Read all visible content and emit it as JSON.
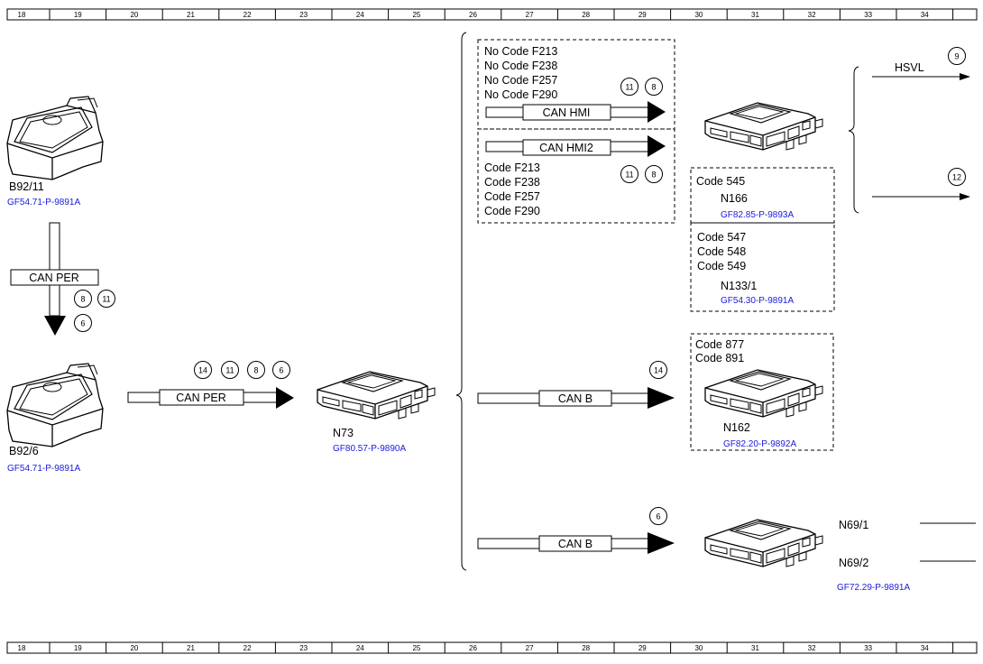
{
  "ruler": {
    "numbers": [
      "18",
      "19",
      "20",
      "21",
      "22",
      "23",
      "24",
      "25",
      "26",
      "27",
      "28",
      "29",
      "30",
      "31",
      "32",
      "33",
      "34"
    ]
  },
  "colors": {
    "line": "#000000",
    "ref": "#1a1ad8",
    "fill": "#ffffff"
  },
  "components": {
    "b92_11": {
      "name": "B92/11",
      "ref": "GF54.71-P-9891A"
    },
    "b92_6": {
      "name": "B92/6",
      "ref": "GF54.71-P-9891A"
    },
    "n73": {
      "name": "N73",
      "ref": "GF80.57-P-9890A"
    },
    "n166": {
      "code": "Code 545",
      "name": "N166",
      "ref": "GF82.85-P-9893A"
    },
    "n133_1": {
      "codes": [
        "Code 547",
        "Code 548",
        "Code 549"
      ],
      "name": "N133/1",
      "ref": "GF54.30-P-9891A"
    },
    "n162": {
      "codes": [
        "Code 877",
        "Code 891"
      ],
      "name": "N162",
      "ref": "GF82.20-P-9892A"
    },
    "n69": {
      "name1": "N69/1",
      "name2": "N69/2",
      "ref": "GF72.29-P-9891A"
    }
  },
  "buses": {
    "can_per_vertical": {
      "label": "CAN PER",
      "circles": [
        "8",
        "11",
        "6"
      ]
    },
    "can_per_horizontal": {
      "label": "CAN PER",
      "circles": [
        "14",
        "11",
        "8",
        "6"
      ]
    },
    "can_hmi": {
      "label": "CAN HMI",
      "circles": [
        "11",
        "8"
      ],
      "codes": [
        "No Code F213",
        "No Code F238",
        "No Code F257",
        "No Code F290"
      ]
    },
    "can_hmi2": {
      "label": "CAN HMI2",
      "circles": [
        "11",
        "8"
      ],
      "codes": [
        "Code F213",
        "Code F238",
        "Code F257",
        "Code F290"
      ]
    },
    "can_b_upper": {
      "label": "CAN B",
      "circles": [
        "14"
      ]
    },
    "can_b_lower": {
      "label": "CAN B",
      "circles": [
        "6"
      ]
    },
    "hsvl": {
      "label": "HSVL",
      "circles": [
        "9"
      ]
    },
    "out12": {
      "circles": [
        "12"
      ]
    }
  }
}
